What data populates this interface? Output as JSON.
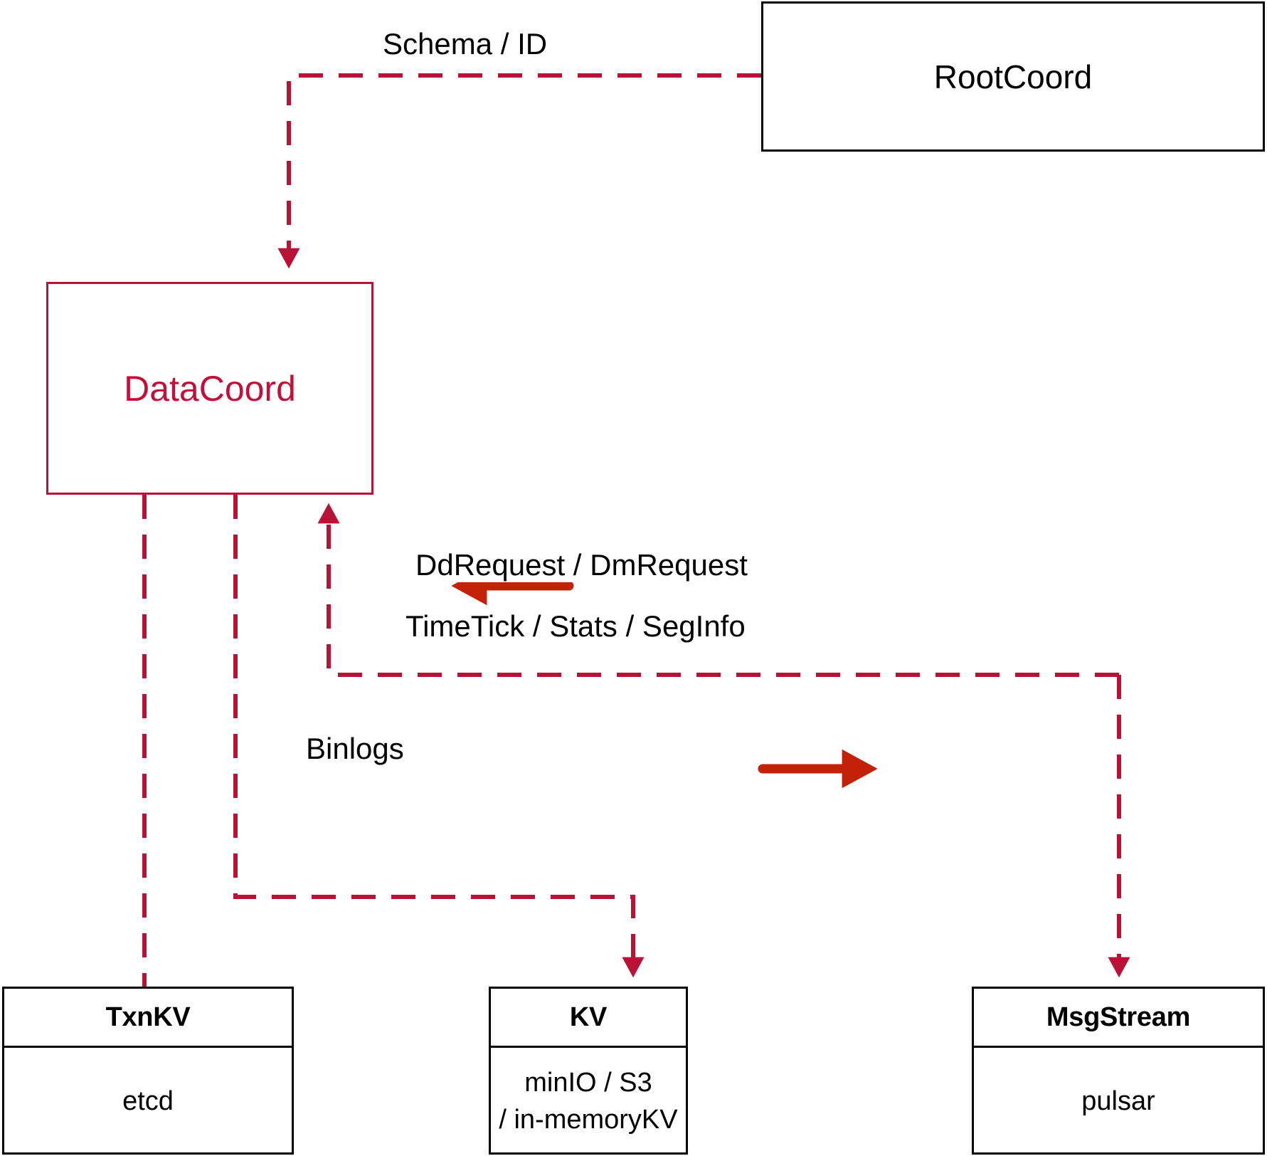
{
  "diagram": {
    "title": "DataCoord component interaction diagram",
    "colors": {
      "dashed_red": "#b81237",
      "solid_arrow_red": "#c32208",
      "node_red": "#c2103a",
      "node_black": "#000000",
      "background": "#ffffff"
    },
    "nodes": [
      {
        "id": "rootcoord",
        "label": "RootCoord",
        "style": "black-box",
        "sub": null
      },
      {
        "id": "datacoord",
        "label": "DataCoord",
        "style": "red-box",
        "sub": null
      },
      {
        "id": "txnkv",
        "label": "TxnKV",
        "style": "black-box",
        "sub": "etcd"
      },
      {
        "id": "kv",
        "label": "KV",
        "style": "black-box",
        "sub_line1": "minIO / S3",
        "sub_line2": "/ in-memoryKV"
      },
      {
        "id": "msgstream",
        "label": "MsgStream",
        "style": "black-box",
        "sub": "pulsar"
      }
    ],
    "edge_labels": [
      {
        "id": "schema-id",
        "text": "Schema / ID"
      },
      {
        "id": "dd-dm-request",
        "text": "DdRequest / DmRequest"
      },
      {
        "id": "timetick-stats-seginfo",
        "text": "TimeTick / Stats / SegInfo"
      },
      {
        "id": "binlogs",
        "text": "Binlogs"
      }
    ],
    "edges": [
      {
        "from": "rootcoord",
        "to": "datacoord",
        "label": "Schema / ID",
        "style": "dashed",
        "arrow": "down"
      },
      {
        "from": "msgstream",
        "to": "datacoord",
        "label": "DdRequest / DmRequest",
        "style": "dashed",
        "arrow": "up"
      },
      {
        "from": "datacoord",
        "to": "msgstream",
        "label": "TimeTick / Stats / SegInfo",
        "style": "dashed",
        "arrow": "down"
      },
      {
        "from": "datacoord",
        "to": "kv",
        "label": "Binlogs",
        "style": "dashed",
        "arrow": "down"
      },
      {
        "from": "datacoord",
        "to": "txnkv",
        "label": "",
        "style": "dashed",
        "arrow": "none"
      }
    ],
    "direction_markers": [
      {
        "id": "left-arrow-marker",
        "points": "left",
        "meaning": "DdRequest / DmRequest flows toward DataCoord"
      },
      {
        "id": "right-arrow-marker",
        "points": "right",
        "meaning": "TimeTick / Stats / SegInfo flows toward MsgStream"
      }
    ]
  }
}
